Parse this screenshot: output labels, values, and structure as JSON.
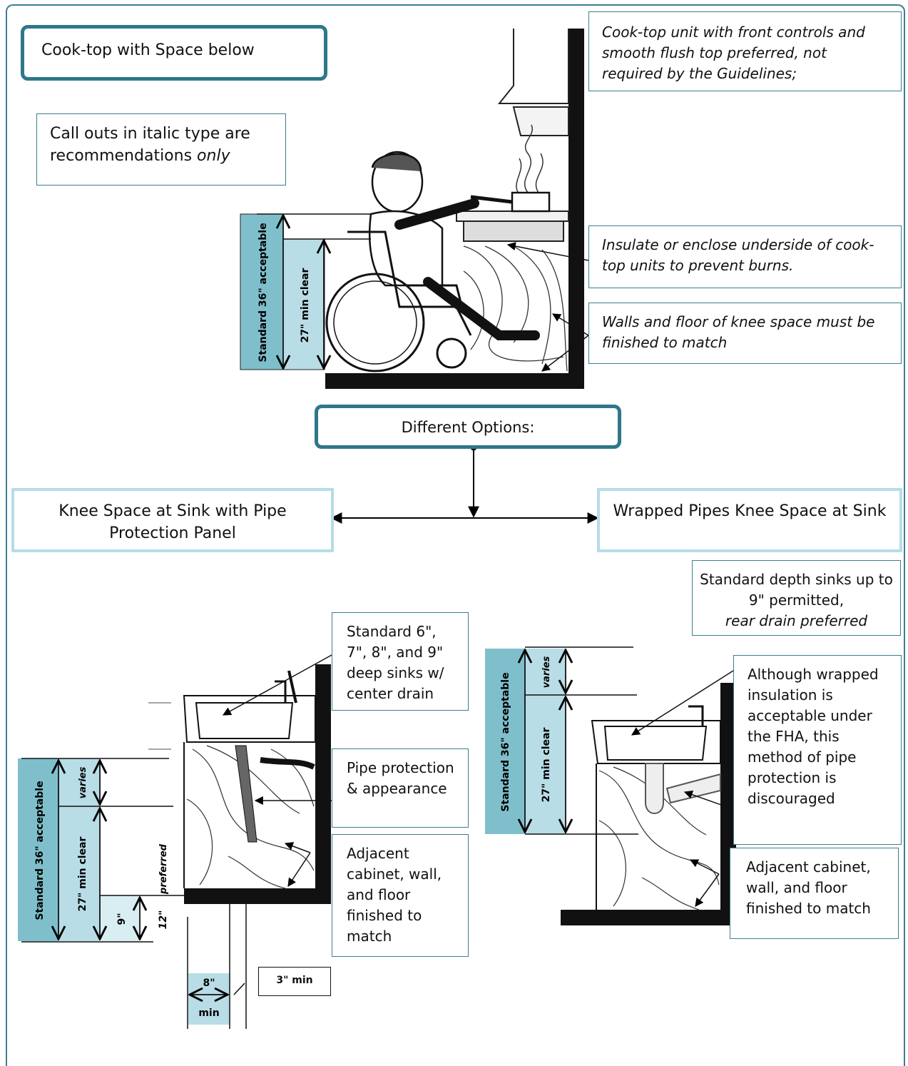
{
  "title": "Cook-top with Space below",
  "legend_note": {
    "text": "Call outs in italic type are recommendations ",
    "emphasis": "only"
  },
  "cooktop": {
    "callout_controls": "Cook-top unit with front controls and smooth flush top preferred, not required by the Guidelines;",
    "callout_insulate": "Insulate or enclose underside of cook-top units to prevent burns.",
    "callout_walls": "Walls and floor of knee space must be finished to match",
    "dim_standard": "Standard 36\" acceptable",
    "dim_clear": "27\" min clear"
  },
  "options_label": "Different Options:",
  "option_left": "Knee Space at Sink with Pipe Protection Panel",
  "option_right": "Wrapped Pipes Knee Space at Sink",
  "left_sink": {
    "callout_sinks": "Standard 6\", 7\", 8\", and 9\" deep sinks w/ center drain",
    "callout_pipe": "Pipe protection & appearance",
    "callout_adjacent": "Adjacent cabinet, wall, and floor finished to match",
    "dim_standard": "Standard 36\" acceptable",
    "dim_varies": "varies",
    "dim_clear": "27\" min clear",
    "dim_9": "9\"",
    "dim_12": "12\"",
    "dim_preferred": "preferred",
    "dim_8": "8\"",
    "dim_min": "min",
    "dim_3min": "3\" min"
  },
  "right_sink": {
    "callout_depth_normal": "Standard depth sinks up to 9\" permitted,",
    "callout_depth_italic": "rear drain preferred",
    "callout_wrapped": "Although wrapped insulation is acceptable under the FHA, this method of pipe protection is discouraged",
    "callout_adjacent": "Adjacent cabinet, wall, and floor finished to match",
    "dim_standard": "Standard 36\" acceptable",
    "dim_varies": "varies",
    "dim_clear": "27\" min clear"
  },
  "colors": {
    "frame": "#3c7f8f",
    "dim_dark": "#7fbfcc",
    "dim_light": "#b9dde6",
    "box_light": "#b5dde7"
  }
}
